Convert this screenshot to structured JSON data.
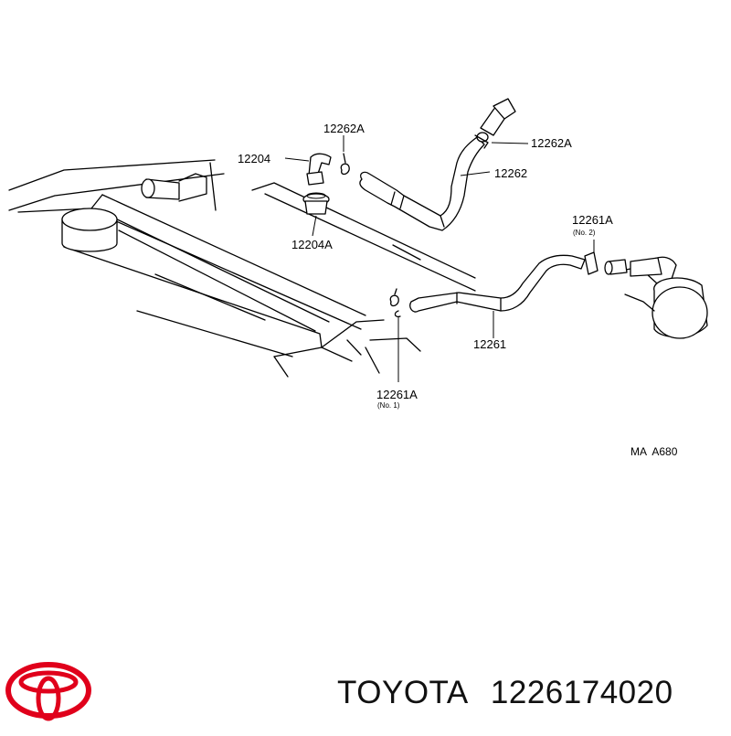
{
  "diagram": {
    "labels": {
      "l_12262A_top": "12262A",
      "l_12262A_right": "12262A",
      "l_12204": "12204",
      "l_12262": "12262",
      "l_12204A": "12204A",
      "l_12261A_no2": "12261A",
      "l_no2": "(No. 2)",
      "l_12261": "12261",
      "l_12261A_no1": "12261A",
      "l_no1": "(No. 1)"
    },
    "code": "MA  A680"
  },
  "footer": {
    "brand": "TOYOTA",
    "part_number": "1226174020",
    "logo_color": "#e0001b"
  }
}
